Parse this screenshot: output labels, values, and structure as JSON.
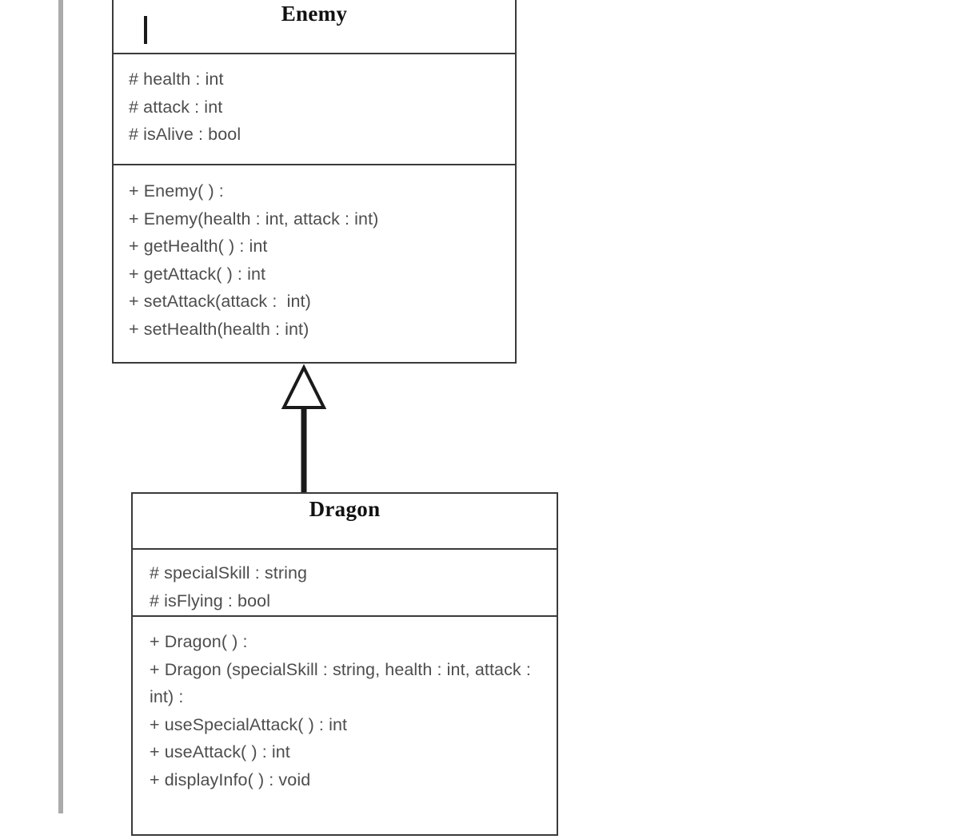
{
  "diagram": {
    "type": "uml-class-diagram",
    "notation": "UML",
    "background_color": "#ffffff",
    "line_color": "#3a3a3a",
    "text_color": "#4d4d4d",
    "title_color": "#111111",
    "margin_guide_color": "#ababab"
  },
  "classes": {
    "enemy": {
      "name": "Enemy",
      "attributes": [
        "# health : int",
        "# attack : int",
        "# isAlive : bool"
      ],
      "methods": [
        "+ Enemy( ) :",
        "+ Enemy(health : int, attack : int)",
        "+ getHealth( ) : int",
        "+ getAttack( ) : int",
        "+ setAttack(attack :  int)",
        "+ setHealth(health : int)"
      ]
    },
    "dragon": {
      "name": "Dragon",
      "attributes": [
        "# specialSkill : string",
        "# isFlying : bool"
      ],
      "methods": [
        "+ Dragon( ) :",
        "+ Dragon (specialSkill : string, health : int, attack : int) :",
        "+ useSpecialAttack( ) : int",
        "+ useAttack( ) : int",
        "+ displayInfo( ) : void"
      ]
    }
  },
  "relationships": [
    {
      "kind": "generalization",
      "label": "",
      "from": "Dragon",
      "to": "Enemy",
      "arrow": "hollow-triangle"
    }
  ],
  "caret": {
    "visible": true,
    "location": "enemy-title-compartment"
  }
}
